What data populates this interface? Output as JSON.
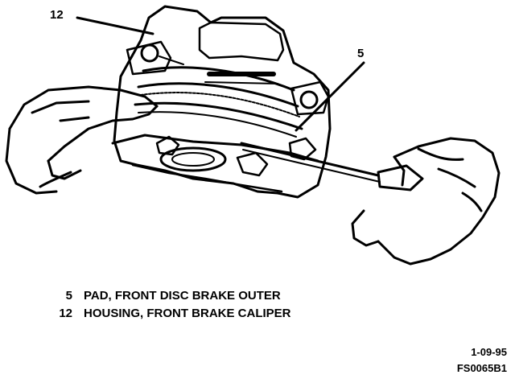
{
  "callouts": {
    "housing": "12",
    "pad": "5"
  },
  "legend": [
    {
      "num": "5",
      "text": "PAD, FRONT DISC BRAKE OUTER"
    },
    {
      "num": "12",
      "text": "HOUSING, FRONT BRAKE CALIPER"
    }
  ],
  "figure": {
    "date": "1-09-95",
    "code": "FS0065B1"
  }
}
